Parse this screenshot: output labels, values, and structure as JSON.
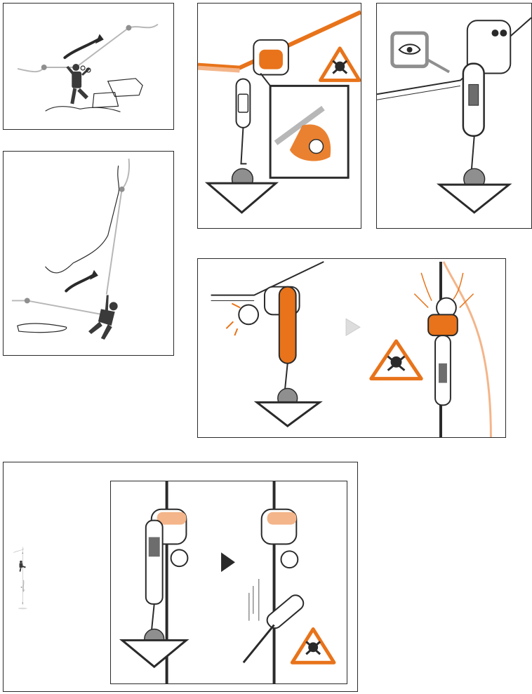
{
  "page": {
    "title": ""
  },
  "colors": {
    "accent": "#e8731a",
    "line": "#2a2a2a",
    "rope": "#b7b7b7",
    "device_gray": "#8f8f8f",
    "figure": "#3a3a3a"
  },
  "icons": {
    "danger": "skull-crossbones-warning-icon",
    "inspect": "eye-inspect-icon",
    "load": "load-arrow-icon",
    "next": "next-step-arrow-icon"
  },
  "panels": [
    {
      "id": "traverse-climber",
      "icons": [
        "climber",
        "movement-arrow"
      ]
    },
    {
      "id": "overhang-climber",
      "icons": [
        "climber",
        "movement-arrow"
      ]
    },
    {
      "id": "device-danger-twist",
      "icons": [
        "danger",
        "load"
      ]
    },
    {
      "id": "device-inspect",
      "icons": [
        "inspect",
        "load"
      ]
    },
    {
      "id": "device-carabiner-danger",
      "icons": [
        "danger",
        "load",
        "next"
      ]
    },
    {
      "id": "fall-sequence",
      "icons": [
        "climber",
        "danger",
        "load",
        "next"
      ]
    }
  ]
}
